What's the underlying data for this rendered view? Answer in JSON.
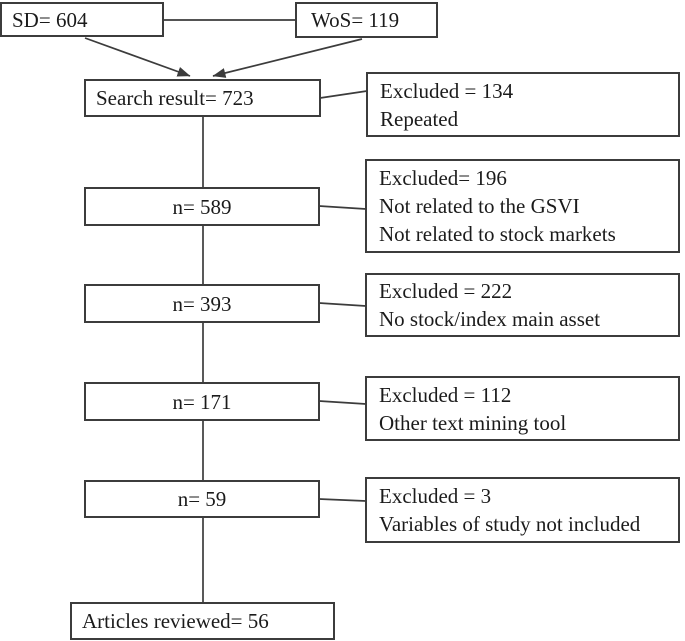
{
  "diagram": {
    "sources": [
      {
        "label": "SD= 604"
      },
      {
        "label": "WoS= 119"
      }
    ],
    "stages": [
      {
        "label": "Search result= 723"
      },
      {
        "label": "n= 589"
      },
      {
        "label": "n= 393"
      },
      {
        "label": "n= 171"
      },
      {
        "label": "n= 59"
      },
      {
        "label": "Articles reviewed= 56"
      }
    ],
    "exclusions": [
      {
        "lines": [
          "Excluded = 134",
          "Repeated"
        ]
      },
      {
        "lines": [
          "Excluded= 196",
          "Not related to the GSVI",
          "Not related to stock markets"
        ]
      },
      {
        "lines": [
          "Excluded = 222",
          "No stock/index main asset"
        ]
      },
      {
        "lines": [
          "Excluded = 112",
          "Other text mining tool"
        ]
      },
      {
        "lines": [
          "Excluded = 3",
          "Variables of study not included"
        ]
      }
    ],
    "colors": {
      "border": "#3c3c3c",
      "text": "#1b1b1b",
      "background": "#ffffff"
    }
  }
}
